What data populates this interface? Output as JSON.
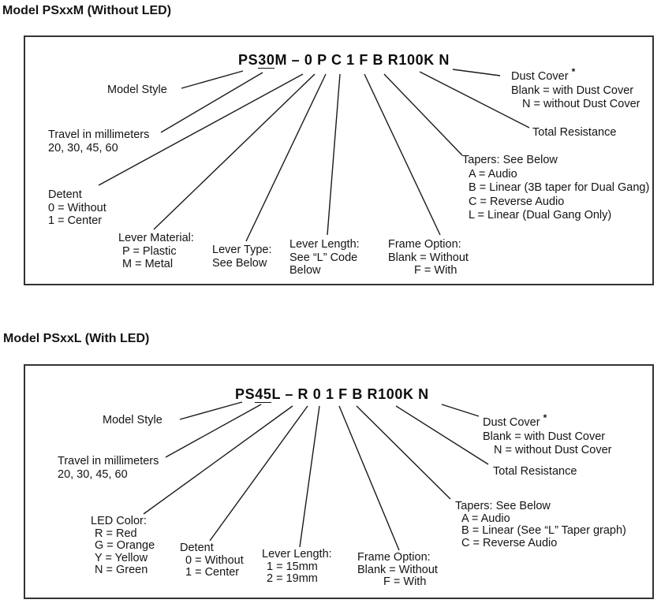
{
  "s1": {
    "heading": "Model PSxxM (Without LED)",
    "pn": {
      "prefix": "PS",
      "travel": "30",
      "rest": "M – 0 P C 1 F B R100K N"
    },
    "model_style": "Model Style",
    "travel": [
      "Travel in millimeters",
      "20, 30, 45, 60"
    ],
    "detent": [
      "Detent",
      "0 = Without",
      "1 = Center"
    ],
    "lever_material": [
      "Lever Material:",
      "P = Plastic",
      "M = Metal"
    ],
    "lever_type": [
      "Lever Type:",
      "See Below"
    ],
    "lever_length": [
      "Lever Length:",
      "See “L” Code",
      "Below"
    ],
    "frame_option": [
      "Frame Option:",
      "Blank = Without",
      "F = With"
    ],
    "tapers": [
      "Tapers: See Below",
      "A = Audio",
      "B = Linear (3B taper for Dual Gang)",
      "C = Reverse Audio",
      "L = Linear (Dual Gang Only)"
    ],
    "total_resistance": "Total Resistance",
    "dust_cover_title": "Dust Cover ",
    "dust_cover_star": "*",
    "dust_cover": [
      "Blank = with Dust Cover",
      "N = without Dust Cover"
    ]
  },
  "s2": {
    "heading": "Model PSxxL (With LED)",
    "pn": {
      "prefix": "PS",
      "travel": "45",
      "rest": "L – R 0 1 F B R100K N"
    },
    "model_style": "Model Style",
    "travel": [
      "Travel in millimeters",
      "20, 30, 45, 60"
    ],
    "led_color": [
      "LED Color:",
      "R = Red",
      "G = Orange",
      "Y = Yellow",
      "N = Green"
    ],
    "detent": [
      "Detent",
      "0 = Without",
      "1 = Center"
    ],
    "lever_length": [
      "Lever Length:",
      "1 = 15mm",
      "2 = 19mm"
    ],
    "frame_option": [
      "Frame Option:",
      "Blank = Without",
      "F = With"
    ],
    "tapers": [
      "Tapers: See Below",
      "A = Audio",
      "B = Linear (See “L” Taper graph)",
      "C = Reverse Audio"
    ],
    "total_resistance": "Total Resistance",
    "dust_cover_title": "Dust Cover ",
    "dust_cover_star": "*",
    "dust_cover": [
      "Blank = with Dust Cover",
      "N = without Dust Cover"
    ]
  }
}
